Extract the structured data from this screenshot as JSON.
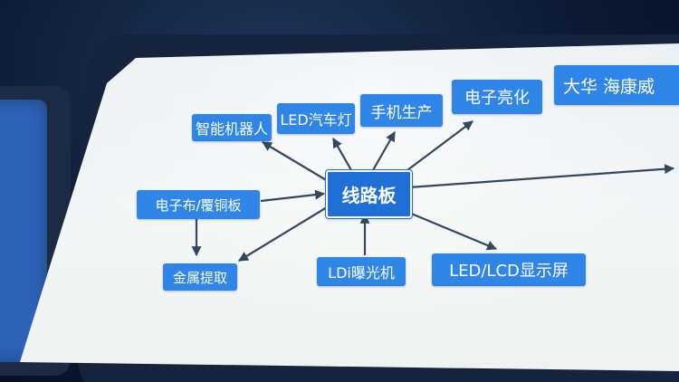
{
  "diagram": {
    "center": "线路板",
    "nodes": {
      "robot": "智能机器人",
      "led_car_light": "LED汽车灯",
      "phone_production": "手机生产",
      "electronic_lighting": "电子亮化",
      "dahua_hikvision": "大华  海康威",
      "electronic_cloth": "电子布/覆铜板",
      "metal_extraction": "金属提取",
      "ldi_exposure": "LDi曝光机",
      "led_lcd_display": "LED/LCD显示屏"
    },
    "edges": [
      {
        "from": "center",
        "to": "robot"
      },
      {
        "from": "center",
        "to": "led_car_light"
      },
      {
        "from": "center",
        "to": "phone_production"
      },
      {
        "from": "center",
        "to": "electronic_lighting"
      },
      {
        "from": "center",
        "to": "off_screen_right"
      },
      {
        "from": "electronic_cloth",
        "to": "center"
      },
      {
        "from": "electronic_cloth",
        "to": "metal_extraction"
      },
      {
        "from": "center",
        "to": "metal_extraction"
      },
      {
        "from": "ldi_exposure",
        "to": "center"
      },
      {
        "from": "center",
        "to": "led_lcd_display"
      }
    ]
  },
  "colors": {
    "node_fill": "#2f86e6",
    "center_fill": "#1f6fd6",
    "edge": "#33485f",
    "screen": "#eef2f3"
  }
}
